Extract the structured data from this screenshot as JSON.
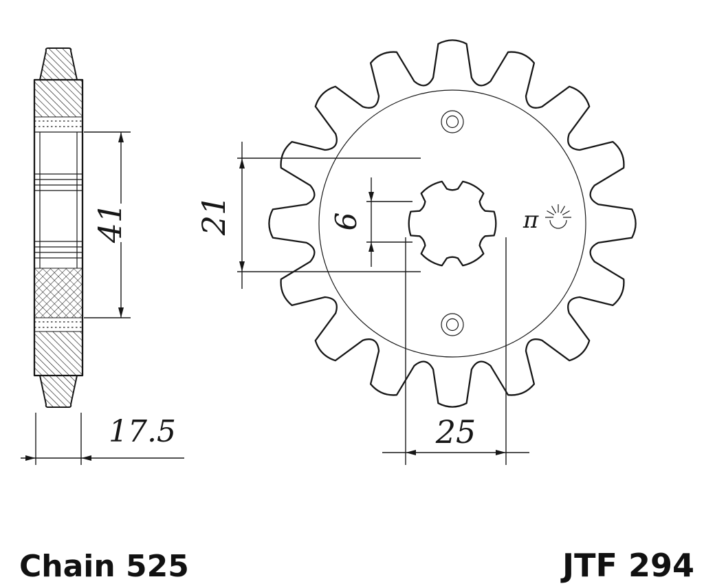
{
  "colors": {
    "ink": "#161616",
    "background": "#ffffff"
  },
  "footer": {
    "chain_label": "Chain 525",
    "part_number": "JTF 294"
  },
  "dimensions": {
    "side_hub_length": "41",
    "side_overall_width": "17.5",
    "front_bore_height": "21",
    "front_spline_depth": "6",
    "front_bore_width": "25"
  },
  "symbols": {
    "surface_finish_pi": "π"
  }
}
